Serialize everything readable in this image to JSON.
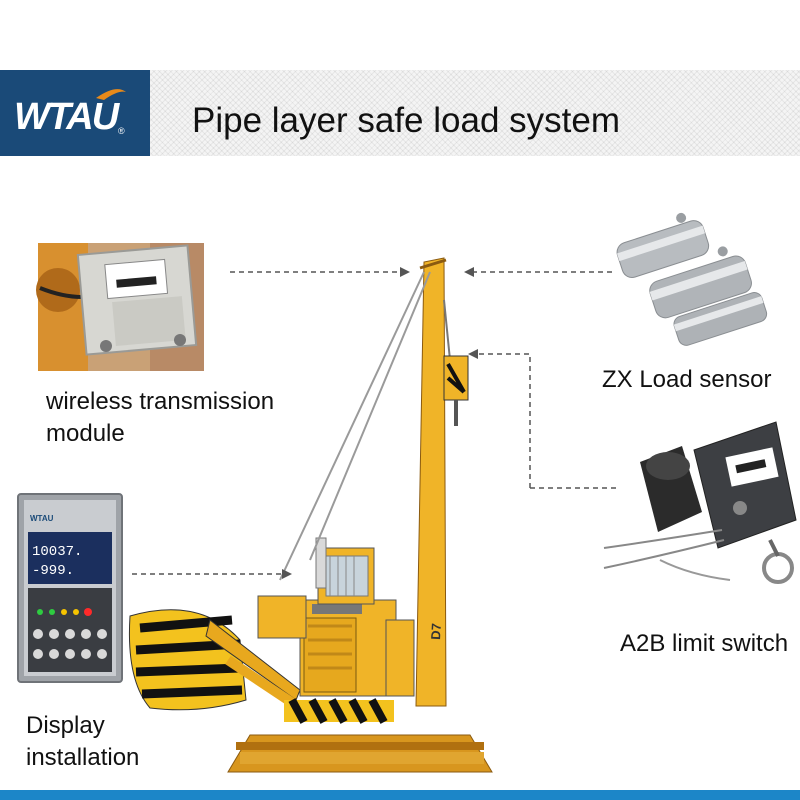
{
  "header": {
    "logo_text": "WTAU",
    "logo_mark": "®",
    "title": "Pipe layer safe load system"
  },
  "components": {
    "wireless_module": {
      "label_line1": "wireless transmission",
      "label_line2": "module"
    },
    "load_sensor": {
      "label": "ZX Load sensor"
    },
    "display": {
      "label_line1": "Display",
      "label_line2": "installation",
      "screen_brand": "WTAU",
      "screen_value_1": "10037.",
      "screen_value_2": "-999."
    },
    "limit_switch": {
      "label": "A2B limit switch"
    },
    "machine": {
      "model": "D7"
    }
  },
  "colors": {
    "brand_blue": "#1a4a78",
    "accent_orange": "#e88a1a",
    "machine_yellow": "#f0b428",
    "bottom_bar": "#1c86c8"
  }
}
